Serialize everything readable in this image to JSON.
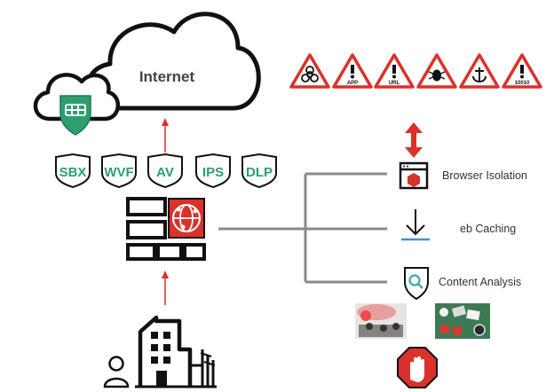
{
  "cloud_label": "Internet",
  "services": [
    {
      "name": "sbx",
      "label": "SBX"
    },
    {
      "name": "wvf",
      "label": "WVF"
    },
    {
      "name": "av",
      "label": "AV"
    },
    {
      "name": "ips",
      "label": "IPS"
    },
    {
      "name": "dlp",
      "label": "DLP"
    }
  ],
  "threats": [
    {
      "icon": "biohazard-icon",
      "label": ""
    },
    {
      "icon": "app-warning-icon",
      "label": "APP"
    },
    {
      "icon": "url-warning-icon",
      "label": "URL"
    },
    {
      "icon": "bug-warning-icon",
      "label": ""
    },
    {
      "icon": "anchor-warning-icon",
      "label": ""
    },
    {
      "icon": "binary-warning-icon",
      "label": "10010"
    }
  ],
  "capabilities": [
    {
      "name": "browser-isolation",
      "icon": "browser-window-icon",
      "label": "Browser Isolation"
    },
    {
      "name": "web-caching",
      "icon": "download-arrow-icon",
      "label": "eb Caching"
    },
    {
      "name": "content-analysis",
      "icon": "magnifier-shield-icon",
      "label": "Content Analysis"
    }
  ],
  "colors": {
    "green": "#2e9e6e",
    "dark_green": "#1f7a52",
    "red": "#d9322b",
    "black": "#111111",
    "gray": "#8a8a8a",
    "blue": "#4a90c8"
  }
}
